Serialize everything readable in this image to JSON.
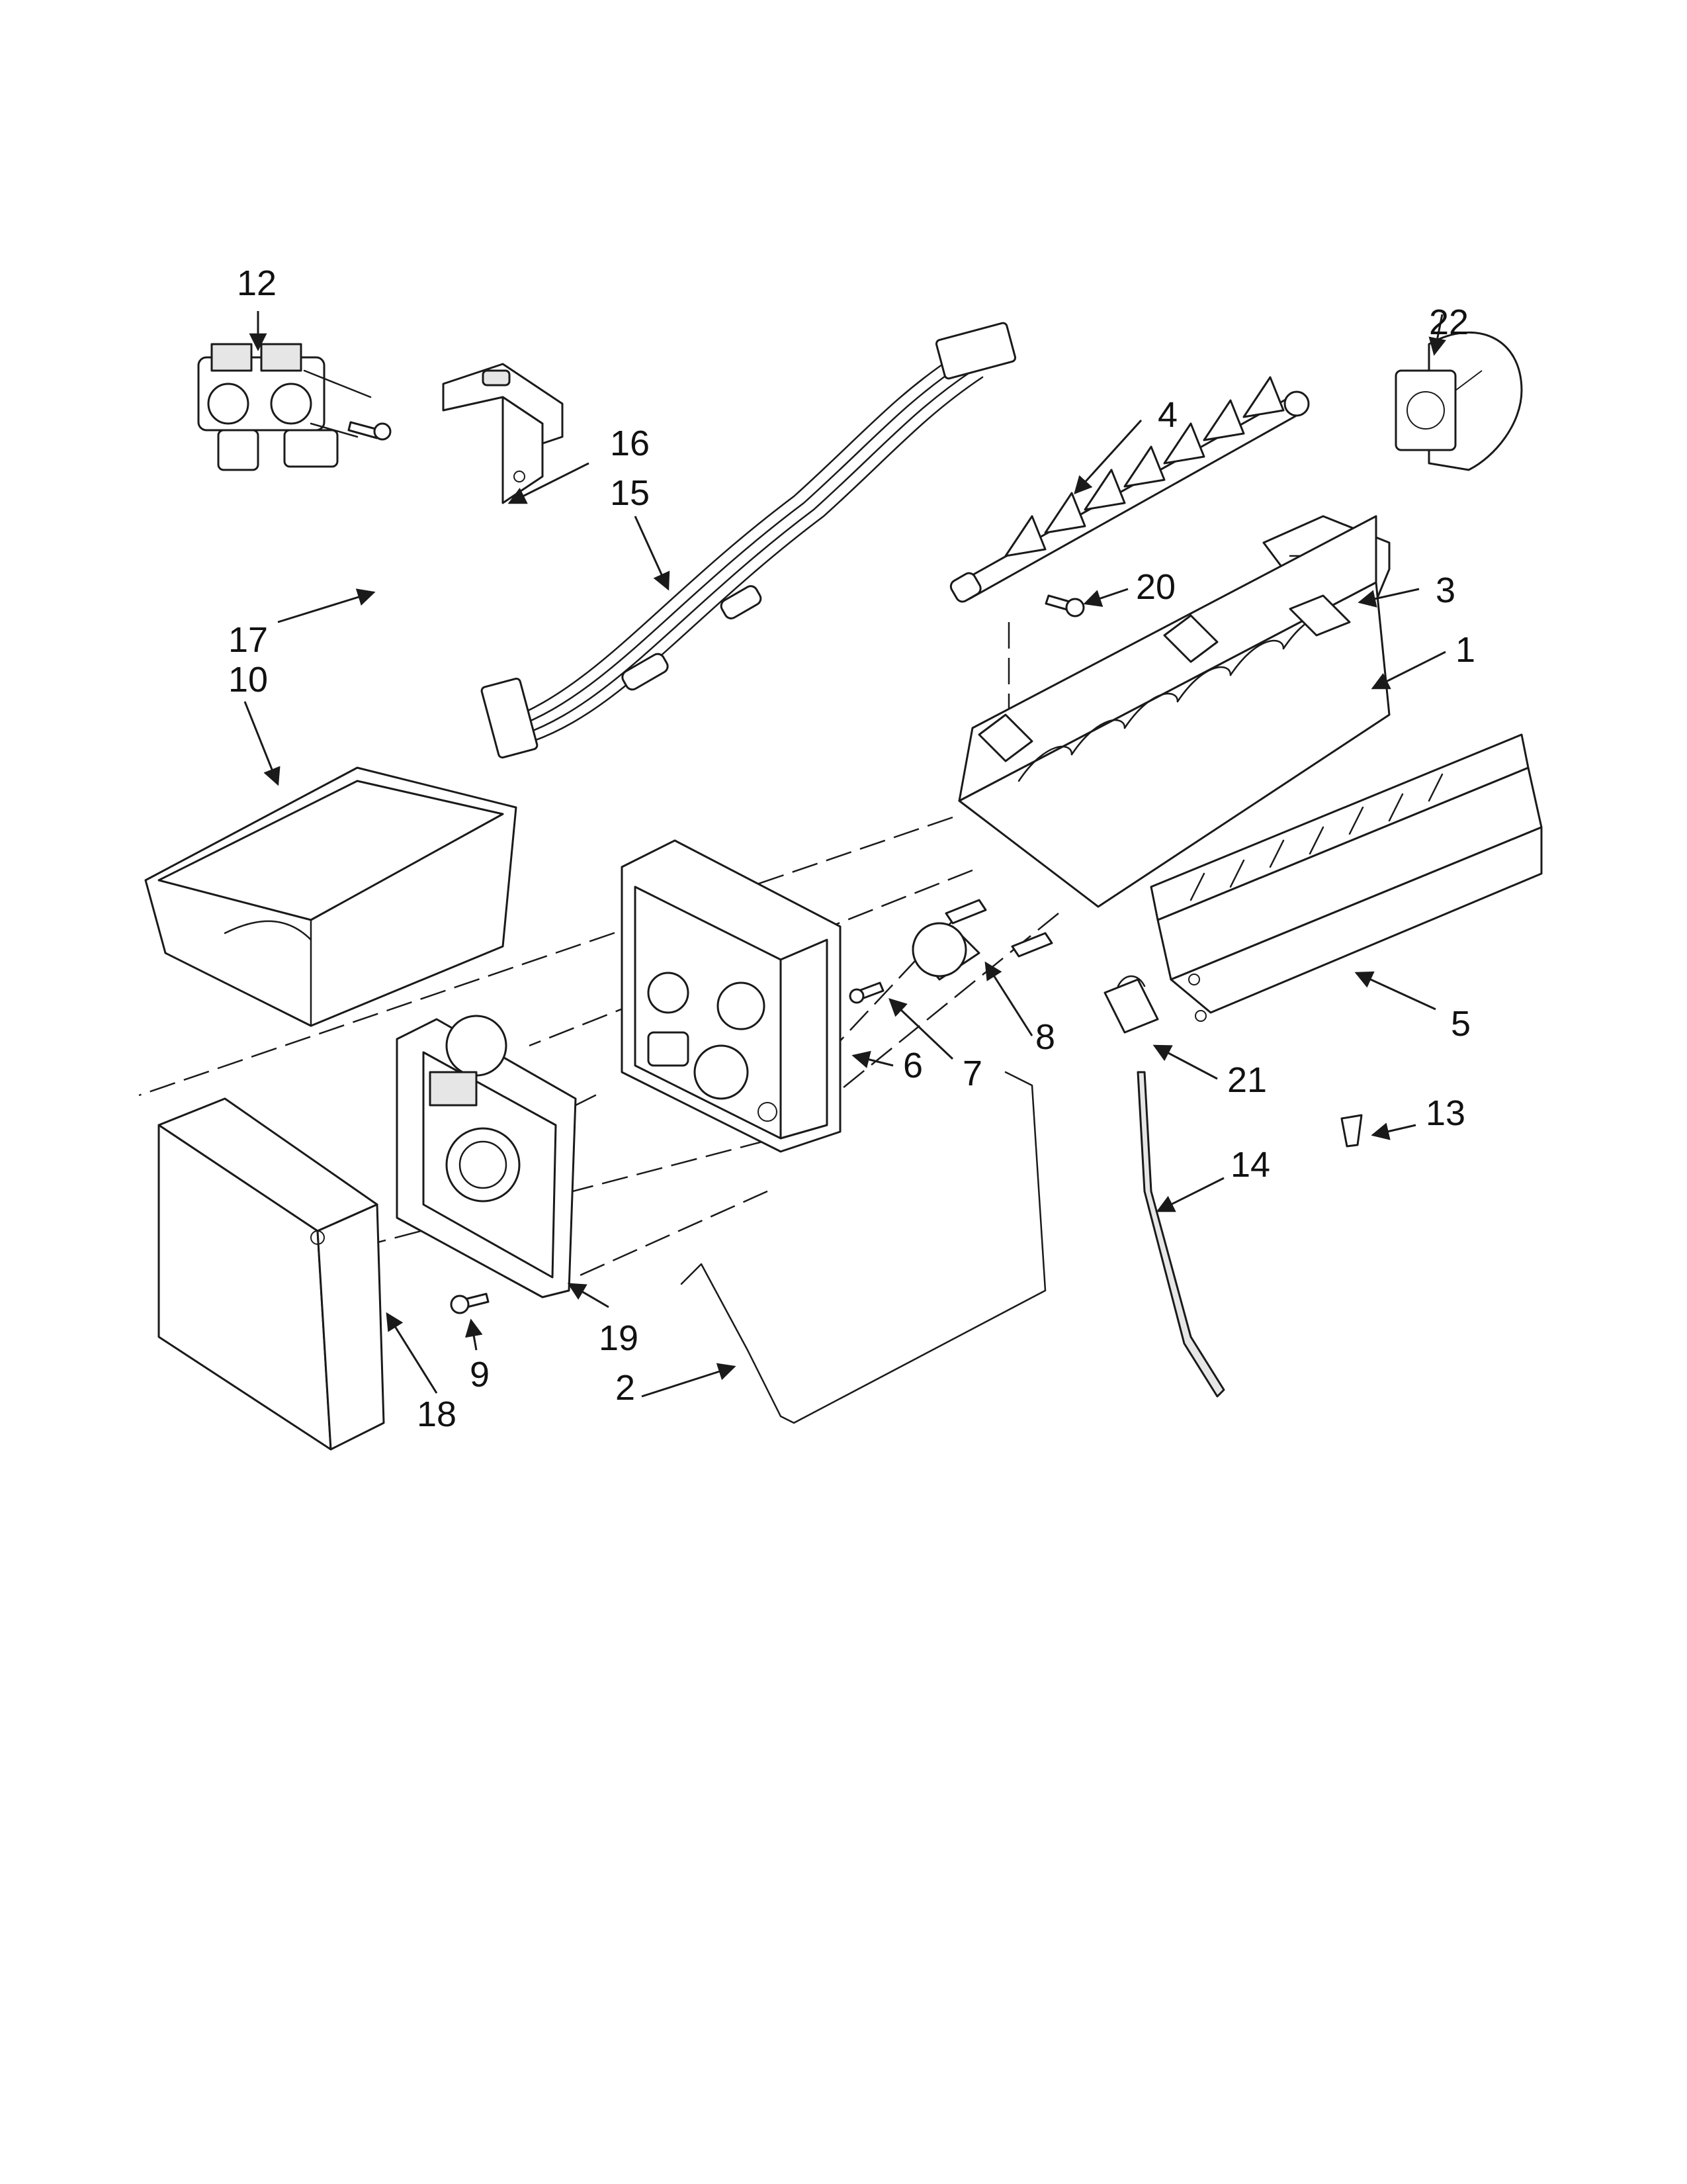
{
  "diagram": {
    "callouts": [
      "1",
      "2",
      "3",
      "4",
      "5",
      "6",
      "7",
      "8",
      "9",
      "10",
      "12",
      "13",
      "14",
      "15",
      "16",
      "17",
      "18",
      "19",
      "20",
      "21",
      "22"
    ]
  }
}
